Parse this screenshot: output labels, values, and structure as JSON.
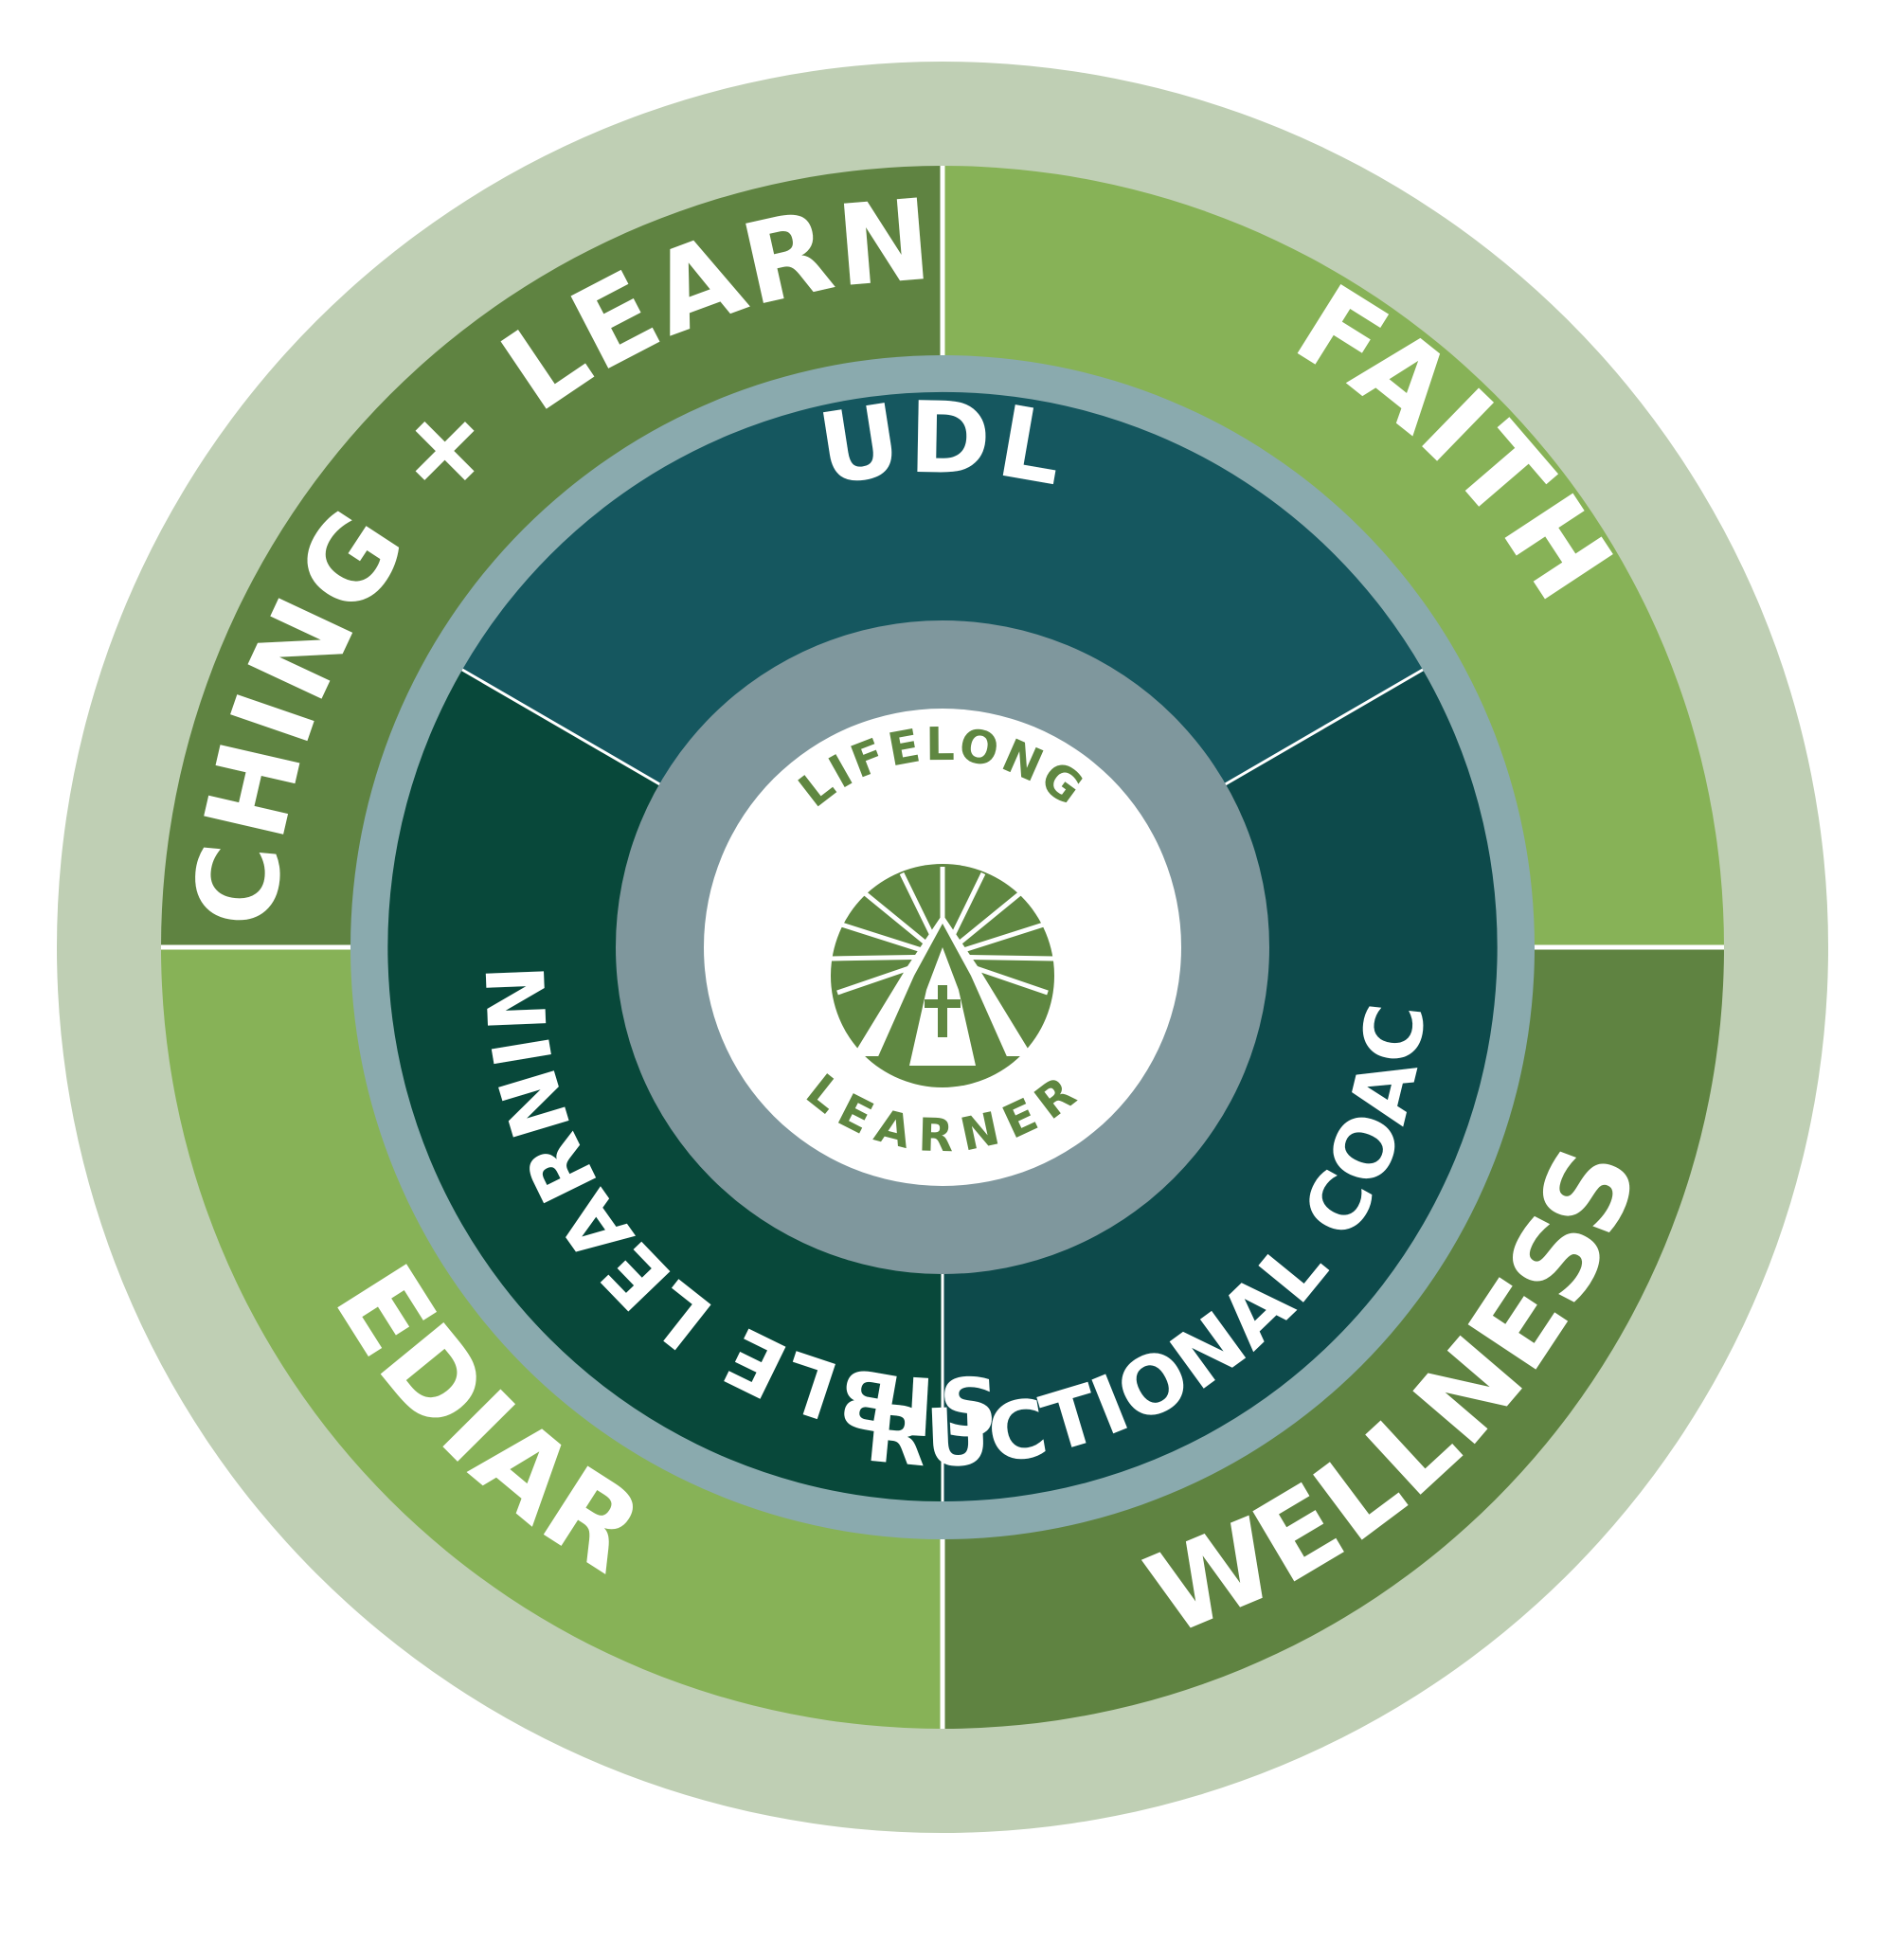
{
  "colors": {
    "outer_ring": "#bfcfb4",
    "dark_green": "#5f8341",
    "light_green": "#87b257",
    "steel_ring": "#8aaaae",
    "udl_teal": "#15575f",
    "forest": "#08483a",
    "teal_deep": "#0d4a4b",
    "inner_ring": "#7f979d",
    "core": "#ffffff",
    "core_text": "#5f8741"
  },
  "outer_segments": {
    "teaching_learning": "TEACHING + LEARNING",
    "faith": "FAITH",
    "wellness": "WELLNESS",
    "ediar": "EDIAR"
  },
  "middle_segments": {
    "udl": "UDL",
    "visible_learning": "VISIBLE LEARNING",
    "instructional_coaching": "INSTRUCTIONAL COACHING"
  },
  "core": {
    "top": "LIFELONG",
    "bottom": "LEARNER",
    "icon": "praying-hands-sunburst-cross-icon"
  }
}
